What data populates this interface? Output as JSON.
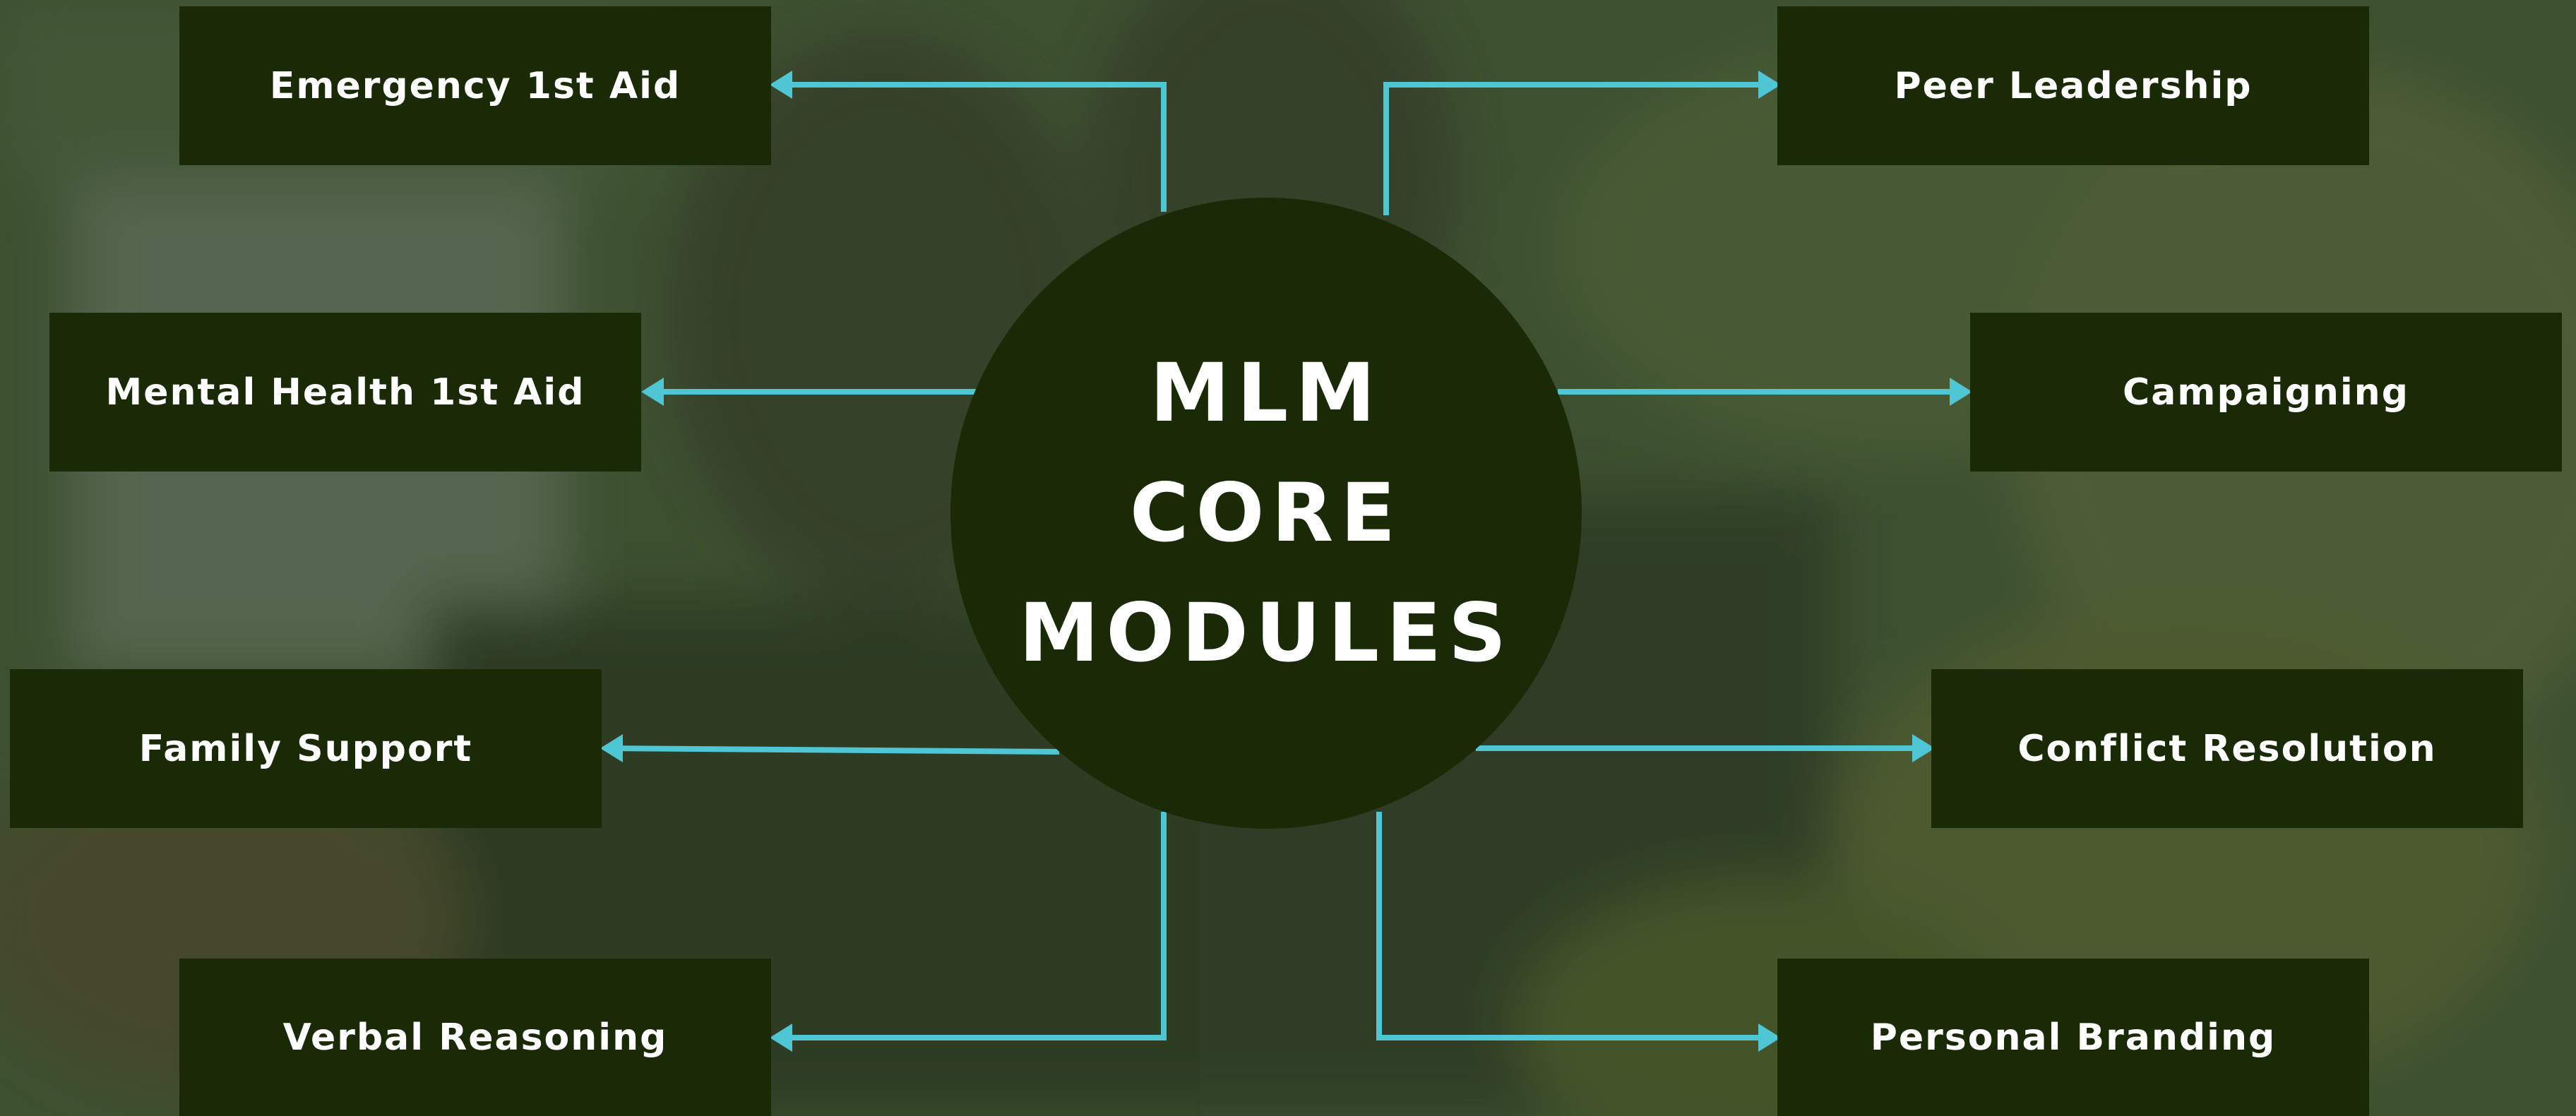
{
  "hub": {
    "lines": [
      "MLM",
      "CORE",
      "MODULES"
    ]
  },
  "modules": {
    "emergency_first_aid": "Emergency 1st Aid",
    "mental_health_first_aid": "Mental Health 1st Aid",
    "family_support": "Family Support",
    "verbal_reasoning": "Verbal Reasoning",
    "peer_leadership": "Peer Leadership",
    "campaigning": "Campaigning",
    "conflict_resolution": "Conflict Resolution",
    "personal_branding": "Personal Branding"
  },
  "colors": {
    "box_fill": "#1b2a06",
    "connector": "#4fc6d4",
    "text": "#ffffff",
    "background_overlay": "#3c5230"
  }
}
